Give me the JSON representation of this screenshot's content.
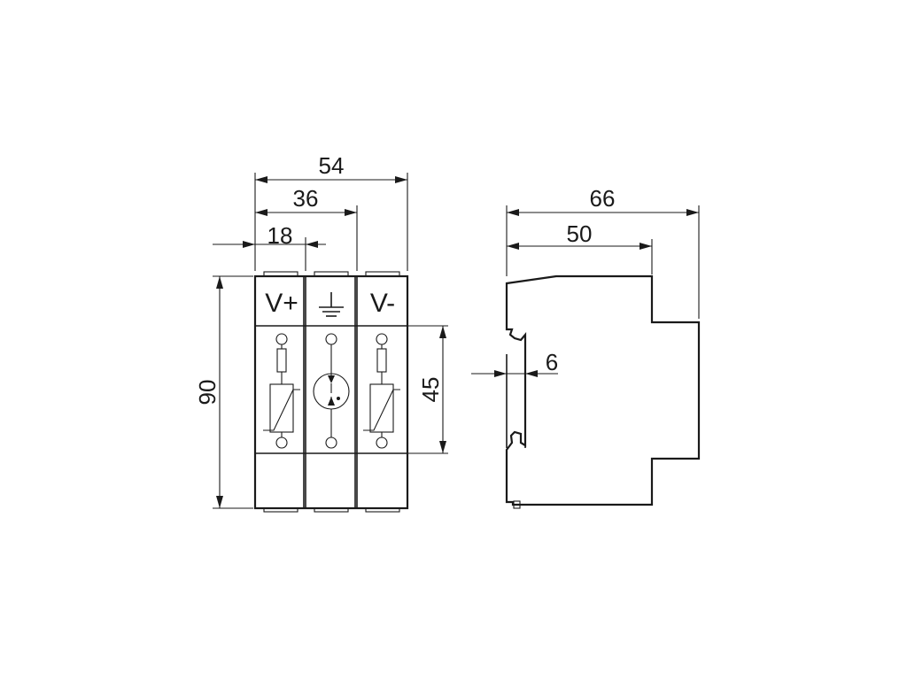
{
  "front_view": {
    "labels": {
      "pos": "V+",
      "neg": "V-"
    },
    "icons": {
      "ground": "ground-symbol",
      "varistor": "varistor-symbol",
      "gas_discharge": "gas-discharge-tube-symbol",
      "fuse": "fuse-symbol"
    },
    "dimensions": {
      "width_3": "54",
      "width_2": "36",
      "width_1": "18",
      "height": "90",
      "window": "45"
    }
  },
  "side_view": {
    "dimensions": {
      "depth": "66",
      "front": "50",
      "rail": "6"
    }
  }
}
